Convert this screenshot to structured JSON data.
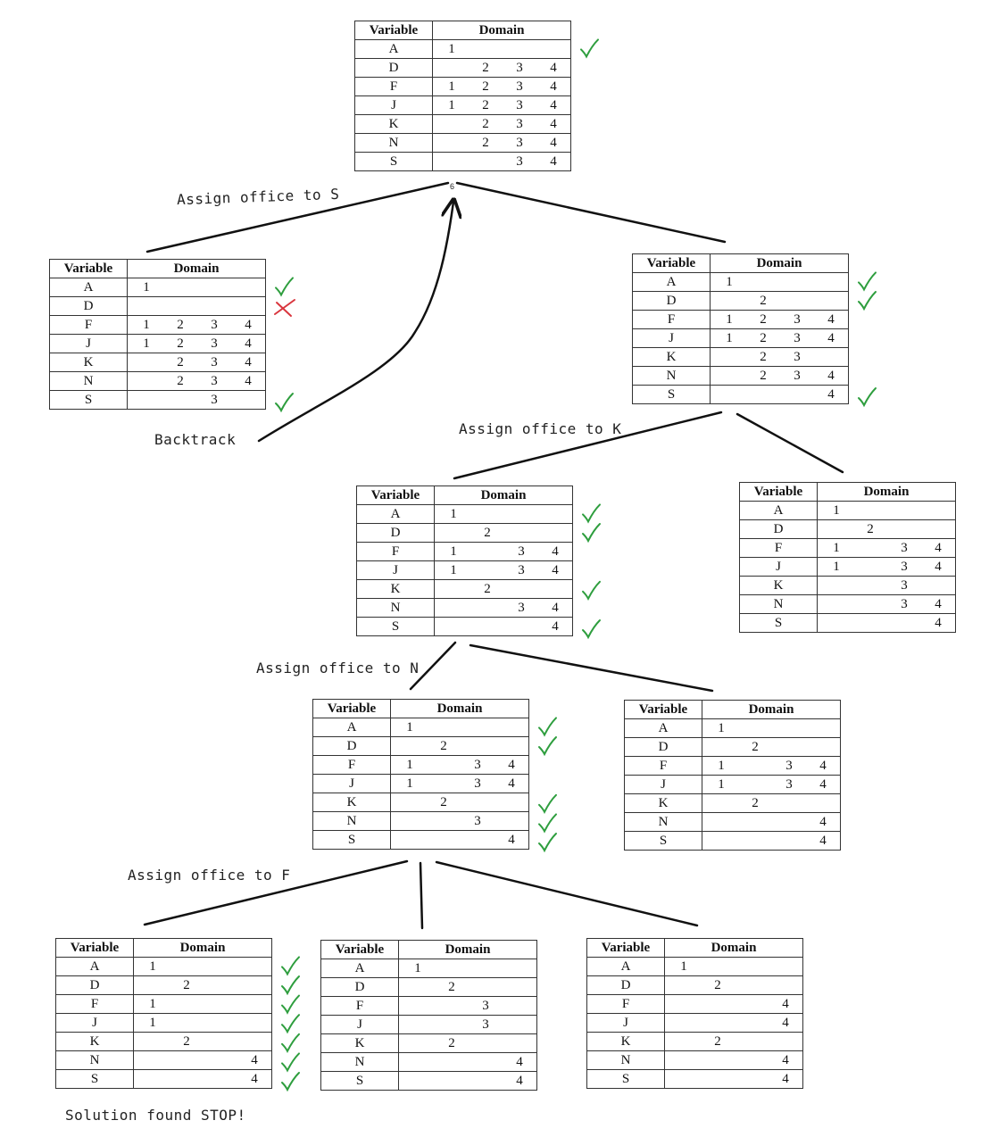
{
  "header": {
    "variable": "Variable",
    "domain": "Domain"
  },
  "colors": {
    "check": "#2e9e3e",
    "cross": "#d9363e",
    "line": "#111111"
  },
  "icons": {
    "check": "check-mark-icon",
    "cross": "cross-mark-icon"
  },
  "node_id": "6",
  "annotations": {
    "assign_s": "Assign office to S",
    "backtrack": "Backtrack",
    "assign_k": "Assign office to K",
    "assign_n": "Assign office to N",
    "assign_f": "Assign office to F",
    "solution": "Solution found STOP!"
  },
  "tables": [
    {
      "id": "root",
      "rows": [
        {
          "v": "A",
          "d": [
            "1",
            "",
            "",
            ""
          ],
          "mark": "check"
        },
        {
          "v": "D",
          "d": [
            "",
            "2",
            "3",
            "4"
          ]
        },
        {
          "v": "F",
          "d": [
            "1",
            "2",
            "3",
            "4"
          ]
        },
        {
          "v": "J",
          "d": [
            "1",
            "2",
            "3",
            "4"
          ]
        },
        {
          "v": "K",
          "d": [
            "",
            "2",
            "3",
            "4"
          ]
        },
        {
          "v": "N",
          "d": [
            "",
            "2",
            "3",
            "4"
          ]
        },
        {
          "v": "S",
          "d": [
            "",
            "",
            "3",
            "4"
          ]
        }
      ]
    },
    {
      "id": "s3",
      "rows": [
        {
          "v": "A",
          "d": [
            "1",
            "",
            "",
            ""
          ],
          "mark": "check"
        },
        {
          "v": "D",
          "d": [
            "",
            "",
            "",
            ""
          ],
          "mark": "cross"
        },
        {
          "v": "F",
          "d": [
            "1",
            "2",
            "3",
            "4"
          ]
        },
        {
          "v": "J",
          "d": [
            "1",
            "2",
            "3",
            "4"
          ]
        },
        {
          "v": "K",
          "d": [
            "",
            "2",
            "3",
            "4"
          ]
        },
        {
          "v": "N",
          "d": [
            "",
            "2",
            "3",
            "4"
          ]
        },
        {
          "v": "S",
          "d": [
            "",
            "",
            "3",
            ""
          ],
          "mark": "check"
        }
      ]
    },
    {
      "id": "s4",
      "rows": [
        {
          "v": "A",
          "d": [
            "1",
            "",
            "",
            ""
          ],
          "mark": "check"
        },
        {
          "v": "D",
          "d": [
            "",
            "2",
            "",
            ""
          ],
          "mark": "check"
        },
        {
          "v": "F",
          "d": [
            "1",
            "2",
            "3",
            "4"
          ]
        },
        {
          "v": "J",
          "d": [
            "1",
            "2",
            "3",
            "4"
          ]
        },
        {
          "v": "K",
          "d": [
            "",
            "2",
            "3",
            ""
          ]
        },
        {
          "v": "N",
          "d": [
            "",
            "2",
            "3",
            "4"
          ]
        },
        {
          "v": "S",
          "d": [
            "",
            "",
            "",
            "4"
          ],
          "mark": "check"
        }
      ]
    },
    {
      "id": "k2",
      "rows": [
        {
          "v": "A",
          "d": [
            "1",
            "",
            "",
            ""
          ],
          "mark": "check"
        },
        {
          "v": "D",
          "d": [
            "",
            "2",
            "",
            ""
          ],
          "mark": "check"
        },
        {
          "v": "F",
          "d": [
            "1",
            "",
            "3",
            "4"
          ]
        },
        {
          "v": "J",
          "d": [
            "1",
            "",
            "3",
            "4"
          ]
        },
        {
          "v": "K",
          "d": [
            "",
            "2",
            "",
            ""
          ],
          "mark": "check"
        },
        {
          "v": "N",
          "d": [
            "",
            "",
            "3",
            "4"
          ]
        },
        {
          "v": "S",
          "d": [
            "",
            "",
            "",
            "4"
          ],
          "mark": "check"
        }
      ]
    },
    {
      "id": "k3",
      "rows": [
        {
          "v": "A",
          "d": [
            "1",
            "",
            "",
            ""
          ]
        },
        {
          "v": "D",
          "d": [
            "",
            "2",
            "",
            ""
          ]
        },
        {
          "v": "F",
          "d": [
            "1",
            "",
            "3",
            "4"
          ]
        },
        {
          "v": "J",
          "d": [
            "1",
            "",
            "3",
            "4"
          ]
        },
        {
          "v": "K",
          "d": [
            "",
            "",
            "3",
            ""
          ]
        },
        {
          "v": "N",
          "d": [
            "",
            "",
            "3",
            "4"
          ]
        },
        {
          "v": "S",
          "d": [
            "",
            "",
            "",
            "4"
          ]
        }
      ]
    },
    {
      "id": "n3",
      "rows": [
        {
          "v": "A",
          "d": [
            "1",
            "",
            "",
            ""
          ],
          "mark": "check"
        },
        {
          "v": "D",
          "d": [
            "",
            "2",
            "",
            ""
          ],
          "mark": "check"
        },
        {
          "v": "F",
          "d": [
            "1",
            "",
            "3",
            "4"
          ]
        },
        {
          "v": "J",
          "d": [
            "1",
            "",
            "3",
            "4"
          ]
        },
        {
          "v": "K",
          "d": [
            "",
            "2",
            "",
            ""
          ],
          "mark": "check"
        },
        {
          "v": "N",
          "d": [
            "",
            "",
            "3",
            ""
          ],
          "mark": "check"
        },
        {
          "v": "S",
          "d": [
            "",
            "",
            "",
            "4"
          ],
          "mark": "check"
        }
      ]
    },
    {
      "id": "n4",
      "rows": [
        {
          "v": "A",
          "d": [
            "1",
            "",
            "",
            ""
          ]
        },
        {
          "v": "D",
          "d": [
            "",
            "2",
            "",
            ""
          ]
        },
        {
          "v": "F",
          "d": [
            "1",
            "",
            "3",
            "4"
          ]
        },
        {
          "v": "J",
          "d": [
            "1",
            "",
            "3",
            "4"
          ]
        },
        {
          "v": "K",
          "d": [
            "",
            "2",
            "",
            ""
          ]
        },
        {
          "v": "N",
          "d": [
            "",
            "",
            "",
            "4"
          ]
        },
        {
          "v": "S",
          "d": [
            "",
            "",
            "",
            "4"
          ]
        }
      ]
    },
    {
      "id": "f1",
      "rows": [
        {
          "v": "A",
          "d": [
            "1",
            "",
            "",
            ""
          ],
          "mark": "check"
        },
        {
          "v": "D",
          "d": [
            "",
            "2",
            "",
            ""
          ],
          "mark": "check"
        },
        {
          "v": "F",
          "d": [
            "1",
            "",
            "",
            ""
          ],
          "mark": "check"
        },
        {
          "v": "J",
          "d": [
            "1",
            "",
            "",
            ""
          ],
          "mark": "check"
        },
        {
          "v": "K",
          "d": [
            "",
            "2",
            "",
            ""
          ],
          "mark": "check"
        },
        {
          "v": "N",
          "d": [
            "",
            "",
            "",
            "4"
          ],
          "mark": "check"
        },
        {
          "v": "S",
          "d": [
            "",
            "",
            "",
            "4"
          ],
          "mark": "check"
        }
      ]
    },
    {
      "id": "f3",
      "rows": [
        {
          "v": "A",
          "d": [
            "1",
            "",
            "",
            ""
          ]
        },
        {
          "v": "D",
          "d": [
            "",
            "2",
            "",
            ""
          ]
        },
        {
          "v": "F",
          "d": [
            "",
            "",
            "3",
            ""
          ]
        },
        {
          "v": "J",
          "d": [
            "",
            "",
            "3",
            ""
          ]
        },
        {
          "v": "K",
          "d": [
            "",
            "2",
            "",
            ""
          ]
        },
        {
          "v": "N",
          "d": [
            "",
            "",
            "",
            "4"
          ]
        },
        {
          "v": "S",
          "d": [
            "",
            "",
            "",
            "4"
          ]
        }
      ]
    },
    {
      "id": "f4",
      "rows": [
        {
          "v": "A",
          "d": [
            "1",
            "",
            "",
            ""
          ]
        },
        {
          "v": "D",
          "d": [
            "",
            "2",
            "",
            ""
          ]
        },
        {
          "v": "F",
          "d": [
            "",
            "",
            "",
            "4"
          ]
        },
        {
          "v": "J",
          "d": [
            "",
            "",
            "",
            "4"
          ]
        },
        {
          "v": "K",
          "d": [
            "",
            "2",
            "",
            ""
          ]
        },
        {
          "v": "N",
          "d": [
            "",
            "",
            "",
            "4"
          ]
        },
        {
          "v": "S",
          "d": [
            "",
            "",
            "",
            "4"
          ]
        }
      ]
    }
  ]
}
